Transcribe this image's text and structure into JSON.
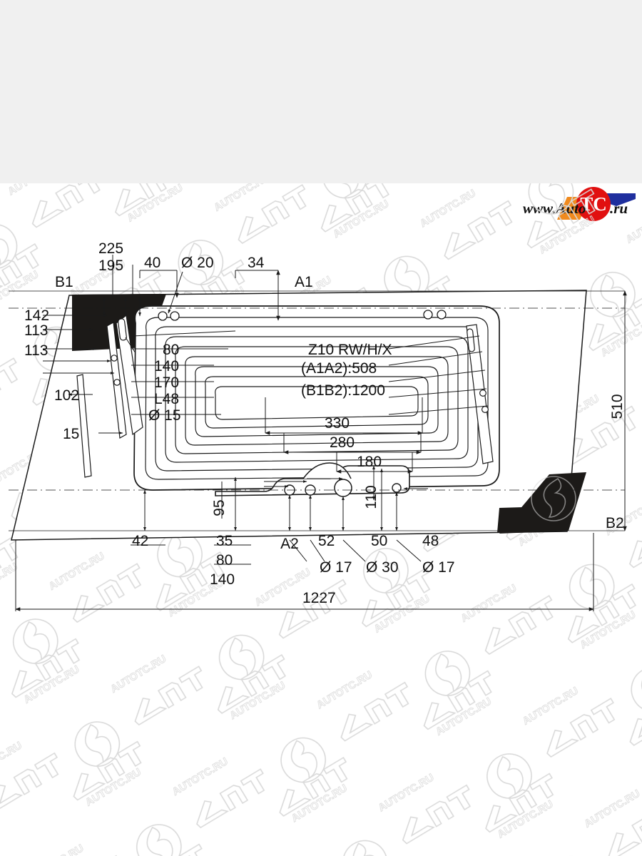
{
  "page": {
    "background_color": "#ffffff",
    "top_band_color": "#f0f0f0",
    "line_color": "#1a1a1a",
    "watermark_color": "#d8d8d8",
    "shade_black": "#1c1a18"
  },
  "watermark": {
    "text": "AUTOTC.RU",
    "logo_text": "SAT"
  },
  "brand_logo": {
    "prefix": "www.",
    "auto": "Auto",
    "tc": "TC",
    "suffix": ".ru",
    "full": "www.AutoTC.ru",
    "circle_color": "#e11010",
    "orange_color": "#f08a1e",
    "blue_color": "#1f2f9e",
    "text_color": "#111111"
  },
  "drawing": {
    "title": "Z10 RW/H/X",
    "spec_a": "(A1A2):508",
    "spec_b": "(B1B2):1200",
    "corner_labels": {
      "a1": "A1",
      "a2": "A2",
      "b1": "B1",
      "b2": "B2"
    },
    "top_dimensions": [
      {
        "name": "dim-225",
        "value": "225"
      },
      {
        "name": "dim-195",
        "value": "195"
      },
      {
        "name": "dim-40",
        "value": "40"
      },
      {
        "name": "dim-dia-20",
        "value": "Ø 20"
      },
      {
        "name": "dim-34",
        "value": "34"
      }
    ],
    "left_dimensions": [
      {
        "name": "dim-142",
        "value": "142"
      },
      {
        "name": "dim-113-a",
        "value": "113"
      },
      {
        "name": "dim-113-b",
        "value": "113"
      },
      {
        "name": "dim-102",
        "value": "102"
      },
      {
        "name": "dim-15-left",
        "value": "15"
      }
    ],
    "leader_callouts": [
      {
        "name": "callout-80",
        "value": "80"
      },
      {
        "name": "callout-140",
        "value": "140"
      },
      {
        "name": "callout-170",
        "value": "170"
      },
      {
        "name": "callout-L48",
        "value": "L48"
      },
      {
        "name": "callout-dia-15",
        "value": "Ø 15"
      }
    ],
    "inner_dimensions": [
      {
        "name": "dim-330",
        "value": "330"
      },
      {
        "name": "dim-280",
        "value": "280"
      },
      {
        "name": "dim-180",
        "value": "180"
      }
    ],
    "vertical_dimensions": [
      {
        "name": "dim-95",
        "value": "95"
      },
      {
        "name": "dim-110",
        "value": "110"
      },
      {
        "name": "dim-510",
        "value": "510"
      }
    ],
    "bottom_dimensions": [
      {
        "name": "dim-42",
        "value": "42"
      },
      {
        "name": "dim-35",
        "value": "35"
      },
      {
        "name": "dim-80",
        "value": "80"
      },
      {
        "name": "dim-140",
        "value": "140"
      },
      {
        "name": "dim-52",
        "value": "52"
      },
      {
        "name": "dim-50",
        "value": "50"
      },
      {
        "name": "dim-48",
        "value": "48"
      }
    ],
    "hole_diameters": [
      {
        "name": "dia-17-left",
        "value": "Ø 17"
      },
      {
        "name": "dia-30",
        "value": "Ø 30"
      },
      {
        "name": "dia-17-right",
        "value": "Ø 17"
      }
    ],
    "overall_width": "1227"
  }
}
